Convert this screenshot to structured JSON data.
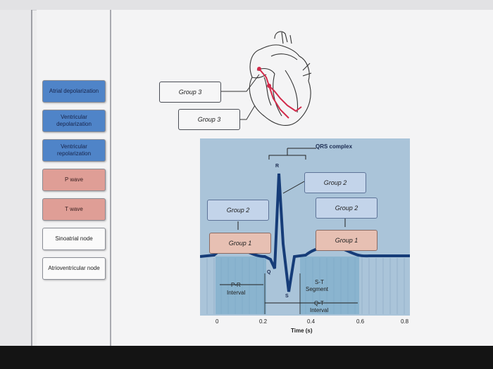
{
  "sidebar_terms": [
    {
      "label": "Atrial depolarization",
      "color": "#4f84c8"
    },
    {
      "label": "Ventricular depolarization",
      "color": "#4f84c8"
    },
    {
      "label": "Ventricular repolarization",
      "color": "#4f84c8"
    },
    {
      "label": "P wave",
      "color": "#df9e96"
    },
    {
      "label": "T wave",
      "color": "#df9e96"
    },
    {
      "label": "Sinoatrial node",
      "color": "#fafafa"
    },
    {
      "label": "Atrioventricular node",
      "color": "#fafafa"
    }
  ],
  "targets": {
    "heart_top": "Group 3",
    "heart_bottom": "Group 3",
    "qrs_group2": "Group 2",
    "left_group2": "Group 2",
    "right_group2": "Group 2",
    "left_group1": "Group 1",
    "right_group1": "Group 1"
  },
  "ecg_labels": {
    "qrs_complex": "QRS complex",
    "r": "R",
    "q": "Q",
    "s": "S",
    "pr_interval_arrow": "P-R",
    "pr_interval_word": "Interval",
    "st_segment_1": "S-T",
    "st_segment_2": "Segment",
    "qt_interval_1": "Q-T",
    "qt_interval_2": "Interval",
    "time_axis": "Time (s)",
    "ticks": [
      "0",
      "0.2",
      "0.4",
      "0.6",
      "0.8"
    ]
  }
}
